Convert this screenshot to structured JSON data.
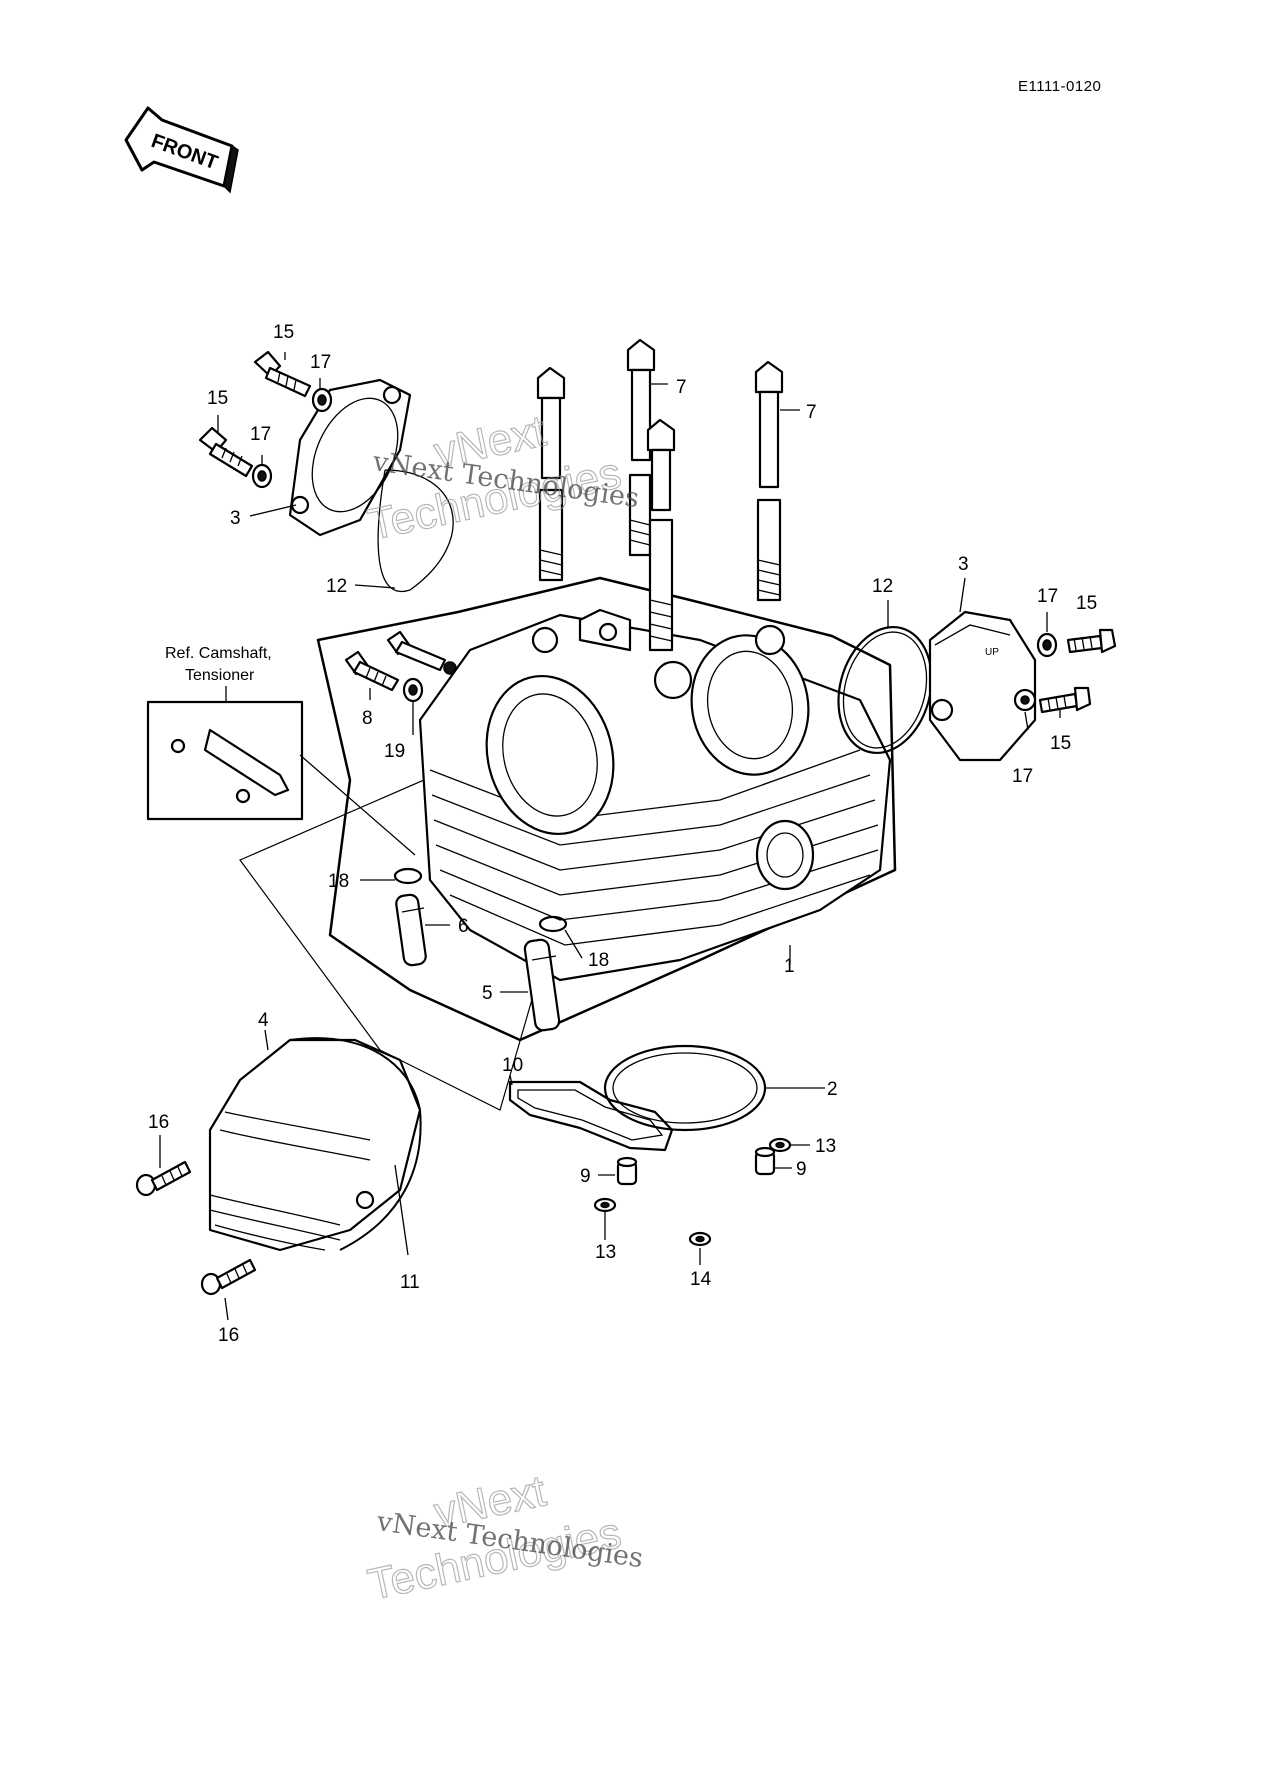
{
  "drawing_code": "E1111-0120",
  "front_label": "FRONT",
  "ref_box": {
    "line1": "Ref. Camshaft,",
    "line2": "Tensioner"
  },
  "callouts": {
    "c15a": "15",
    "c17a": "17",
    "c15b": "15",
    "c17b": "17",
    "c3a": "3",
    "c12a": "12",
    "c7a": "7",
    "c7b": "7",
    "c12b": "12",
    "c3b": "3",
    "c17c": "17",
    "c15c": "15",
    "c15d": "15",
    "c17d": "17",
    "c8": "8",
    "c19": "19",
    "c18a": "18",
    "c6": "6",
    "c18b": "18",
    "c5": "5",
    "c1": "1",
    "c4": "4",
    "c10": "10",
    "c2": "2",
    "c13a": "13",
    "c9a": "9",
    "c9b": "9",
    "c13b": "13",
    "c14": "14",
    "c16a": "16",
    "c16b": "16",
    "c11": "11"
  },
  "watermark": {
    "top_line1": "vNext Technologies",
    "top_outline1": "vNext",
    "top_outline2": "Technologies",
    "bottom_line1": "vNext Technologies",
    "bottom_outline1": "vNext",
    "bottom_outline2": "Technologies"
  },
  "logo_text": "UP"
}
